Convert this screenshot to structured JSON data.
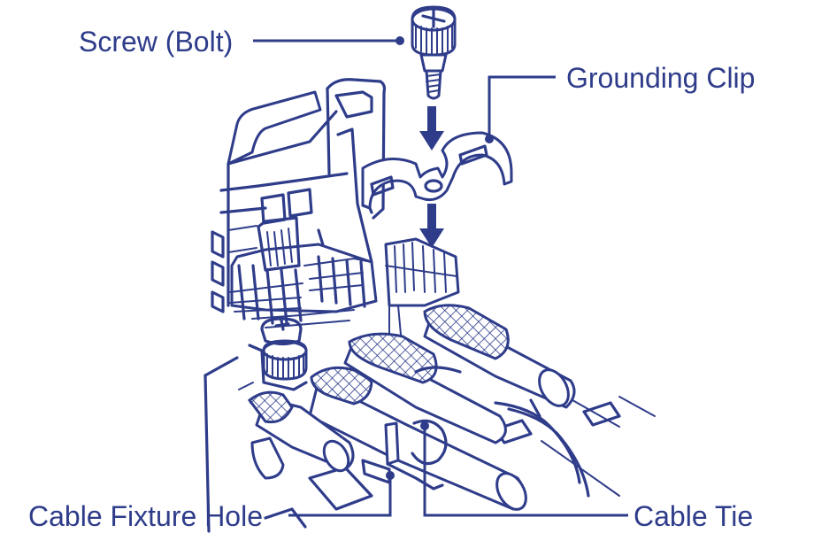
{
  "diagram": {
    "labels": {
      "screw": "Screw (Bolt)",
      "grounding_clip": "Grounding Clip",
      "cable_fixture_hole": "Cable Fixture Hole",
      "cable_tie": "Cable Tie"
    },
    "colors": {
      "ink": "#2e3c8a",
      "background": "#ffffff"
    },
    "arrows": 2
  }
}
